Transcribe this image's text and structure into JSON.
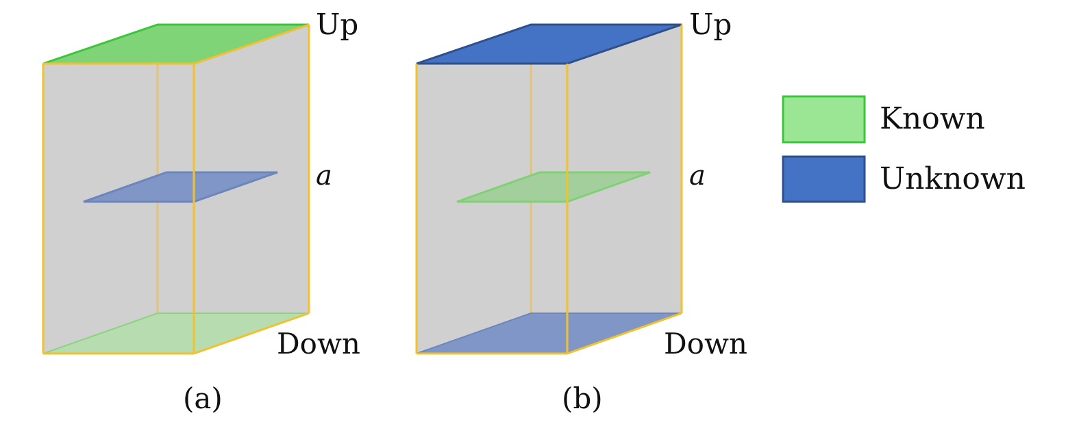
{
  "panels": [
    {
      "id": "a",
      "caption": "(a)",
      "top_label": "Up",
      "middle_label": "a",
      "bottom_label": "Down",
      "top_state": "known",
      "middle_state": "unknown",
      "bottom_state": "known"
    },
    {
      "id": "b",
      "caption": "(b)",
      "top_label": "Up",
      "middle_label": "a",
      "bottom_label": "Down",
      "top_state": "unknown",
      "middle_state": "known",
      "bottom_state": "unknown"
    }
  ],
  "legend": {
    "known_label": "Known",
    "unknown_label": "Unknown"
  },
  "colors": {
    "box_fill": "#d0d0d0",
    "box_edge": "#f2c12e",
    "known_fill": "#8fdc84",
    "known_edge": "#3cc43a",
    "unknown_fill": "#4472c4",
    "unknown_edge": "#2f4f8a"
  }
}
